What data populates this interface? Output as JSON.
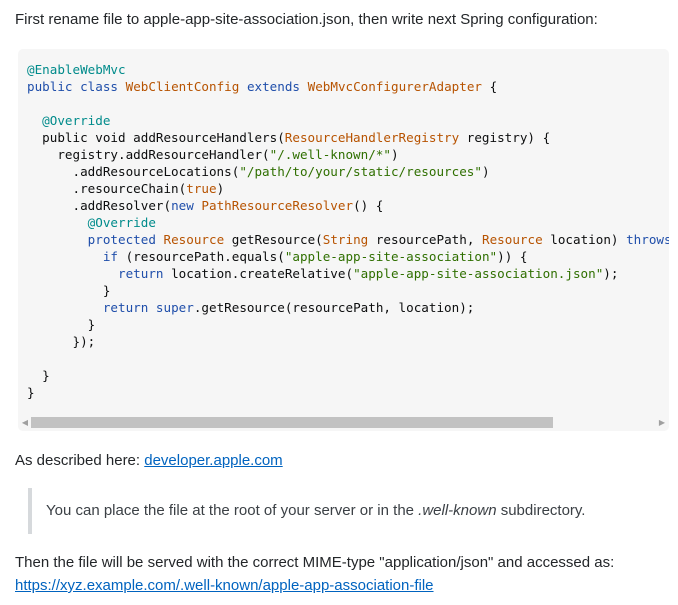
{
  "intro": "First rename file to apple-app-site-association.json, then write next Spring configuration:",
  "code": {
    "lines": [
      [
        [
          "ann",
          "@EnableWebMvc"
        ]
      ],
      [
        [
          "kw",
          "public"
        ],
        [
          "",
          " "
        ],
        [
          "kw",
          "class"
        ],
        [
          "",
          " "
        ],
        [
          "ty",
          "WebClientConfig"
        ],
        [
          "",
          " "
        ],
        [
          "kw",
          "extends"
        ],
        [
          "",
          " "
        ],
        [
          "ty",
          "WebMvcConfigurerAdapter"
        ],
        [
          "",
          " {"
        ]
      ],
      [
        [
          "",
          ""
        ]
      ],
      [
        [
          "",
          "  "
        ],
        [
          "ann",
          "@Override"
        ]
      ],
      [
        [
          "",
          "  public void addResourceHandlers("
        ],
        [
          "ty",
          "ResourceHandlerRegistry"
        ],
        [
          "",
          " registry) {"
        ]
      ],
      [
        [
          "",
          "    registry.addResourceHandler("
        ],
        [
          "str",
          "\"/.well-known/*\""
        ],
        [
          "",
          ")"
        ]
      ],
      [
        [
          "",
          "      .addResourceLocations("
        ],
        [
          "str",
          "\"/path/to/your/static/resources\""
        ],
        [
          "",
          ")"
        ]
      ],
      [
        [
          "",
          "      .resourceChain("
        ],
        [
          "lit",
          "true"
        ],
        [
          "",
          ")"
        ]
      ],
      [
        [
          "",
          "      .addResolver("
        ],
        [
          "kw",
          "new"
        ],
        [
          "",
          " "
        ],
        [
          "ty",
          "PathResourceResolver"
        ],
        [
          "",
          "() {"
        ]
      ],
      [
        [
          "",
          "        "
        ],
        [
          "ann",
          "@Override"
        ]
      ],
      [
        [
          "",
          "        "
        ],
        [
          "kw",
          "protected"
        ],
        [
          "",
          " "
        ],
        [
          "ty",
          "Resource"
        ],
        [
          "",
          " getResource("
        ],
        [
          "ty",
          "String"
        ],
        [
          "",
          " resourcePath, "
        ],
        [
          "ty",
          "Resource"
        ],
        [
          "",
          " location) "
        ],
        [
          "kw",
          "throws"
        ]
      ],
      [
        [
          "",
          "          "
        ],
        [
          "kw",
          "if"
        ],
        [
          "",
          " (resourcePath.equals("
        ],
        [
          "str",
          "\"apple-app-site-association\""
        ],
        [
          "",
          ")) {"
        ]
      ],
      [
        [
          "",
          "            "
        ],
        [
          "kw",
          "return"
        ],
        [
          "",
          " location.createRelative("
        ],
        [
          "str",
          "\"apple-app-site-association.json\""
        ],
        [
          "",
          ");"
        ]
      ],
      [
        [
          "",
          "          }"
        ]
      ],
      [
        [
          "",
          "          "
        ],
        [
          "kw",
          "return"
        ],
        [
          "",
          " "
        ],
        [
          "kw",
          "super"
        ],
        [
          "",
          ".getResource(resourcePath, location);"
        ]
      ],
      [
        [
          "",
          "        }"
        ]
      ],
      [
        [
          "",
          "      });"
        ]
      ],
      [
        [
          "",
          ""
        ]
      ],
      [
        [
          "",
          "  }"
        ]
      ],
      [
        [
          "",
          "}"
        ]
      ]
    ]
  },
  "described": {
    "prefix": "As described here: ",
    "link_text": "developer.apple.com"
  },
  "quote": {
    "before": "You can place the file at the root of your server or in the ",
    "emphasis": ".well-known",
    "after": " subdirectory."
  },
  "served": {
    "text": "Then the file will be served with the correct MIME-type \"application/json\" and accessed as:",
    "link_text": "https://xyz.example.com/.well-known/apple-app-association-file"
  },
  "icons": {
    "scroll_left": "triangle-left",
    "scroll_right": "triangle-right"
  }
}
